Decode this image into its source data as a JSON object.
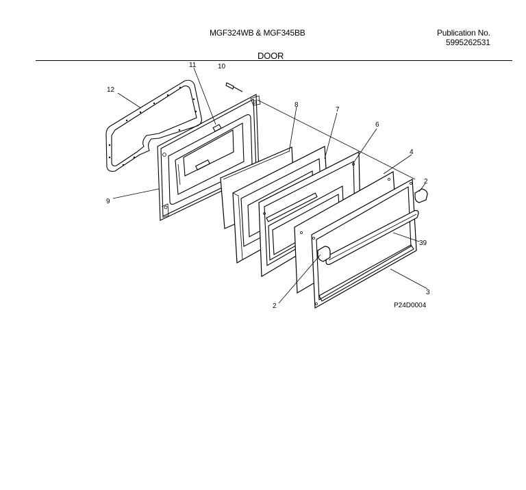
{
  "header": {
    "model": "MGF324WB & MGF345BB",
    "publication_label": "Publication No.",
    "publication_number": "5995262531",
    "section_title": "DOOR"
  },
  "diagram": {
    "figure_code": "P24D0004",
    "callouts": {
      "c12": "12",
      "c11": "11",
      "c10": "10",
      "c9": "9",
      "c8": "8",
      "c7": "7",
      "c6": "6",
      "c4": "4",
      "c2a": "2",
      "c39": "39",
      "c2b": "2",
      "c3": "3"
    }
  }
}
